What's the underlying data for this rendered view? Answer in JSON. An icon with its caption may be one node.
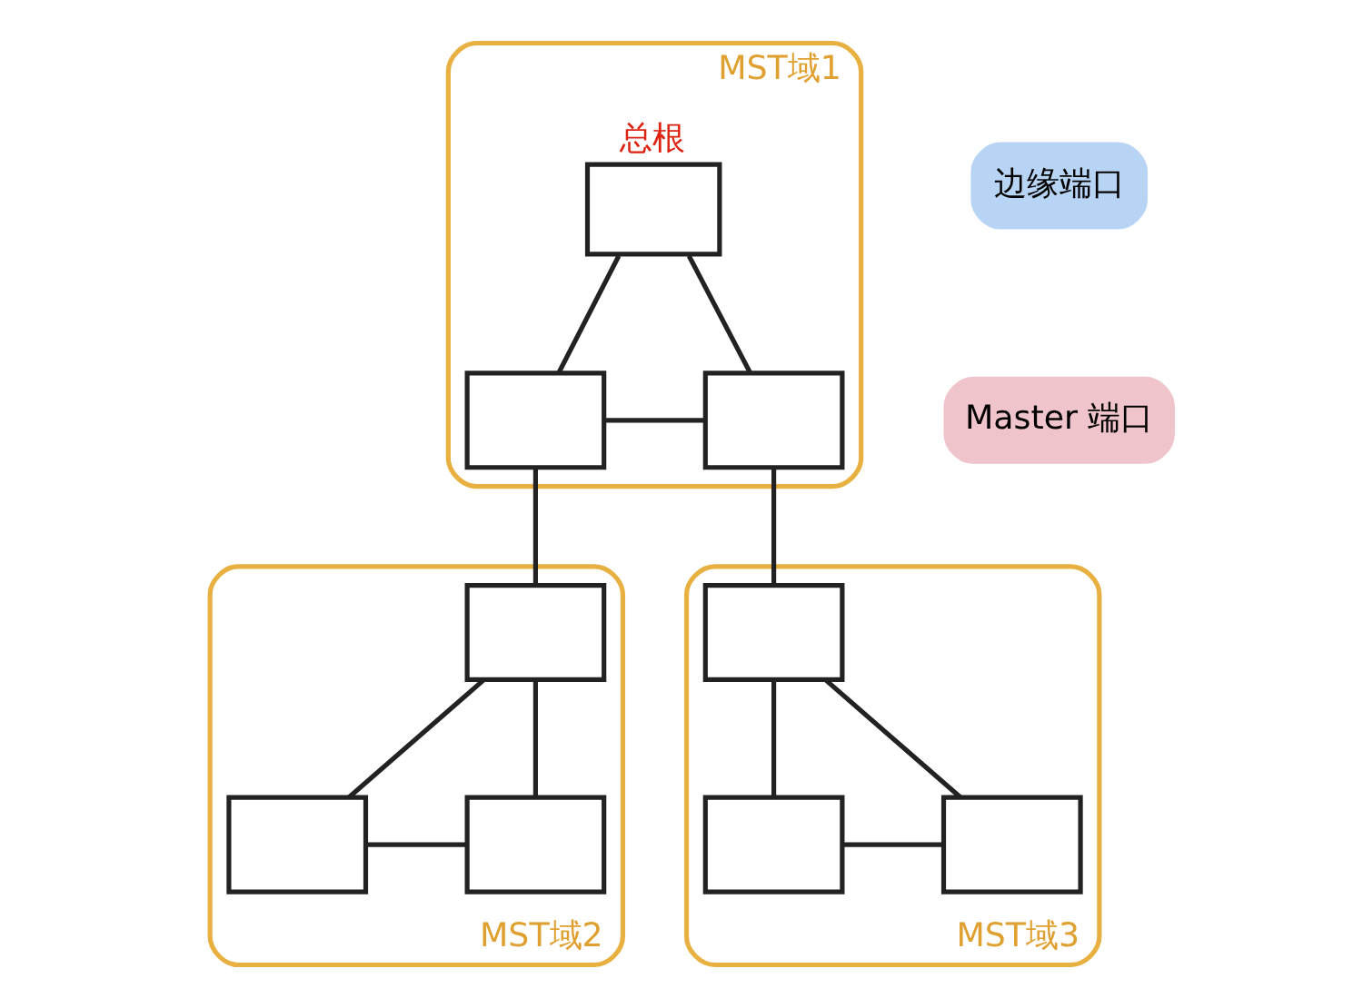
{
  "diagram": {
    "nodes": [
      {
        "text": [
          "MST域1"
        ]
      },
      {
        "text": [],
        "shape": "box",
        "in": 0,
        "beside": [
          "总根"
        ]
      },
      {
        "text": [],
        "shape": "box",
        "in": 0
      },
      {
        "text": [],
        "shape": "box",
        "in": 0
      },
      {
        "text": [
          "MST域2"
        ]
      },
      {
        "text": [],
        "shape": "box",
        "in": 4
      },
      {
        "text": [],
        "shape": "box",
        "in": 4
      },
      {
        "text": [],
        "shape": "box",
        "in": 4
      },
      {
        "text": [
          "MST域3"
        ]
      },
      {
        "text": [],
        "shape": "box",
        "in": 8
      },
      {
        "text": [],
        "shape": "box",
        "in": 8
      },
      {
        "text": [],
        "shape": "box",
        "in": 8
      }
    ],
    "edges": [
      {
        "from": 1,
        "to": 2,
        "arrow": "none"
      },
      {
        "from": 1,
        "to": 3,
        "arrow": "none"
      },
      {
        "from": 2,
        "to": 3,
        "arrow": "none"
      },
      {
        "from": 2,
        "to": 5,
        "arrow": "none"
      },
      {
        "from": 3,
        "to": 9,
        "arrow": "none"
      },
      {
        "from": 5,
        "to": 6,
        "arrow": "none"
      },
      {
        "from": 5,
        "to": 7,
        "arrow": "none"
      },
      {
        "from": 6,
        "to": 7,
        "arrow": "none"
      },
      {
        "from": 9,
        "to": 10,
        "arrow": "none"
      },
      {
        "from": 9,
        "to": 11,
        "arrow": "none"
      },
      {
        "from": 10,
        "to": 11,
        "arrow": "none"
      }
    ],
    "legend": [
      {
        "text": "边缘端口",
        "color": "#b8d4f4"
      },
      {
        "text": "Master 端口",
        "color": "#f0c4cb"
      }
    ]
  }
}
